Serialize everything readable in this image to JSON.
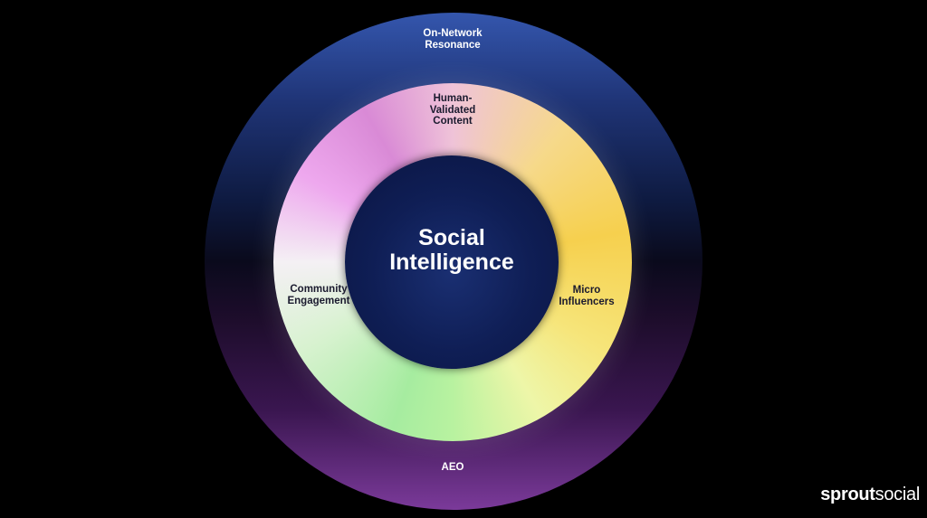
{
  "diagram": {
    "outer": {
      "label_line1": "On-Network",
      "label_line2": "Resonance",
      "bottom_label": "AEO"
    },
    "ring": {
      "top": {
        "line1": "Human-",
        "line2": "Validated",
        "line3": "Content"
      },
      "left": {
        "line1": "Community",
        "line2": "Engagement"
      },
      "right": {
        "line1": "Micro",
        "line2": "Influencers"
      }
    },
    "core": {
      "line1": "Social",
      "line2": "Intelligence"
    }
  },
  "logo": {
    "bold": "sprout",
    "light": "social"
  },
  "colors": {
    "background": "#000000",
    "outer_top": "#3456ad",
    "outer_bottom": "#7b3a9a",
    "core": "#0f1e55",
    "ring_yellow": "#f6d04e",
    "ring_pink": "#d98ad6",
    "ring_green": "#a6eca0"
  }
}
